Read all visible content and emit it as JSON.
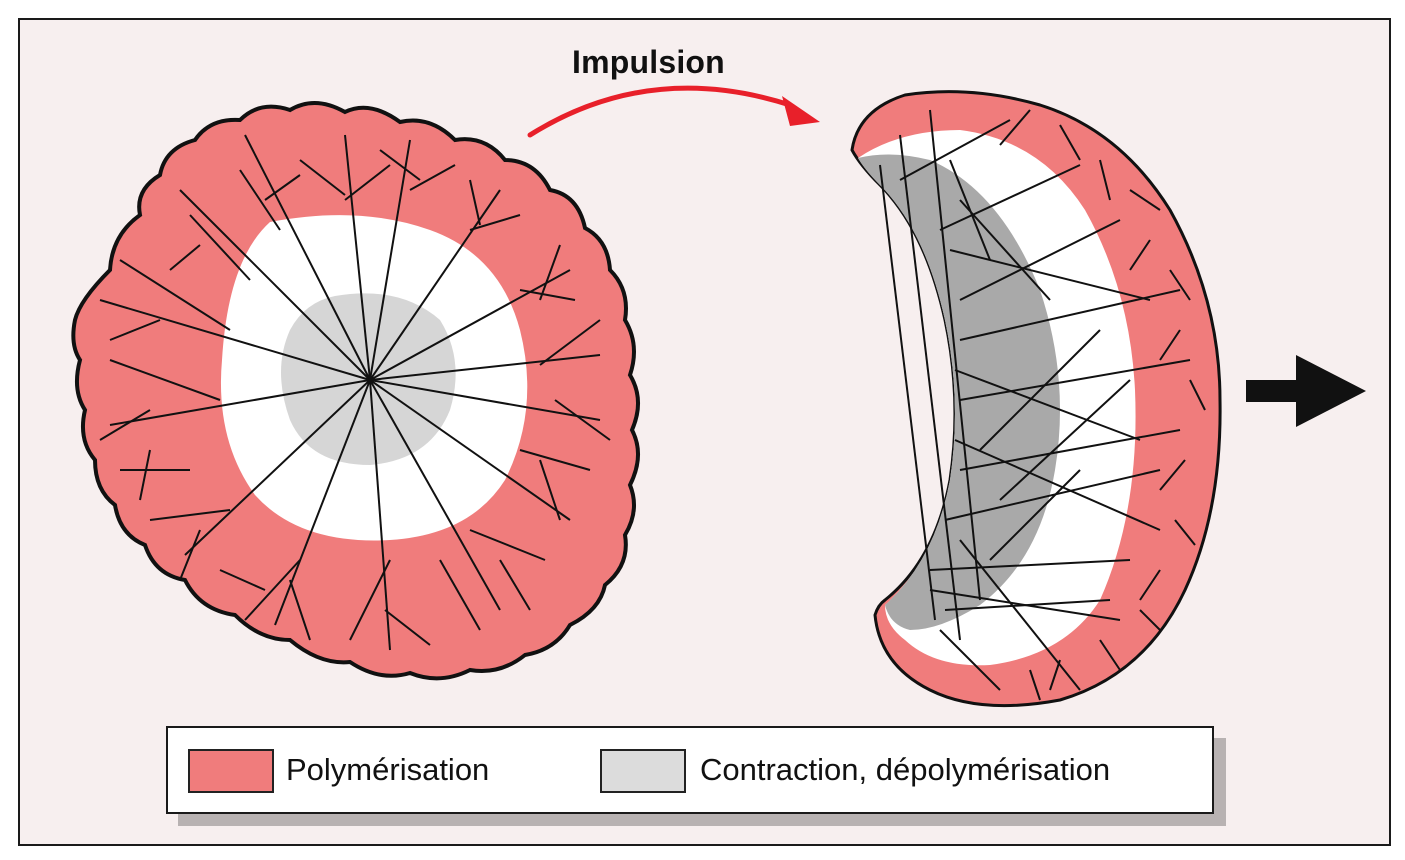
{
  "labels": {
    "impulse": "Impulsion"
  },
  "legend": {
    "items": [
      {
        "label": "Polymérisation",
        "color": "#f07c7c"
      },
      {
        "label": "Contraction, dépolymérisation",
        "color": "#dcdcdc"
      }
    ]
  },
  "colors": {
    "background": "#f7efef",
    "polymerisation": "#f07c7c",
    "contraction": "#d6d6d6",
    "contraction_dark": "#a9a9a9",
    "arrow_red": "#e8202a",
    "outline": "#111111"
  },
  "icons": {
    "curved_arrow": "curved-red-arrow-icon",
    "direction_arrow": "right-arrow-icon"
  }
}
